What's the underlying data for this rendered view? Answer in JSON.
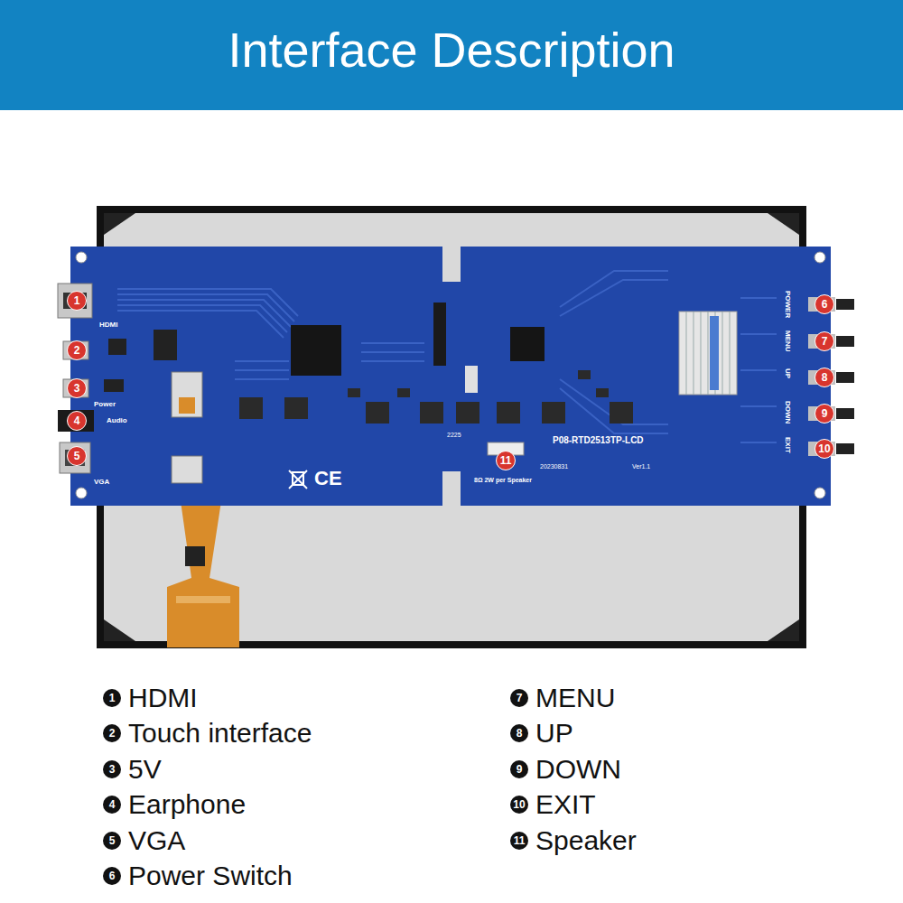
{
  "diagram": {
    "title": "Interface Description",
    "nodes": [
      {
        "text": [
          "1"
        ]
      },
      {
        "text": [
          "2"
        ]
      },
      {
        "text": [
          "3"
        ]
      },
      {
        "text": [
          "4"
        ]
      },
      {
        "text": [
          "5"
        ]
      },
      {
        "text": [
          "6"
        ]
      },
      {
        "text": [
          "7"
        ]
      },
      {
        "text": [
          "8"
        ]
      },
      {
        "text": [
          "9"
        ]
      },
      {
        "text": [
          "10"
        ]
      },
      {
        "text": [
          "11"
        ]
      },
      {
        "text": [
          "1",
          "HDMI"
        ]
      },
      {
        "text": [
          "2",
          "Touch interface"
        ]
      },
      {
        "text": [
          "3",
          "5V"
        ]
      },
      {
        "text": [
          "4",
          "Earphone"
        ]
      },
      {
        "text": [
          "5",
          "VGA"
        ]
      },
      {
        "text": [
          "6",
          "Power Switch"
        ]
      },
      {
        "text": [
          "7",
          "MENU"
        ]
      },
      {
        "text": [
          "8",
          "UP"
        ]
      },
      {
        "text": [
          "9",
          "DOWN"
        ]
      },
      {
        "text": [
          "10",
          "EXIT"
        ]
      },
      {
        "text": [
          "11",
          "Speaker"
        ]
      }
    ],
    "labels": [
      "HDMI",
      "Power",
      "Audio",
      "VGA",
      "POWER",
      "MENU",
      "UP",
      "DOWN",
      "EXIT",
      "P08-RTD2513TP-LCD",
      "20230831",
      "Ver1.1",
      "8Ω 2W per Speaker",
      "2225",
      "CE"
    ]
  }
}
